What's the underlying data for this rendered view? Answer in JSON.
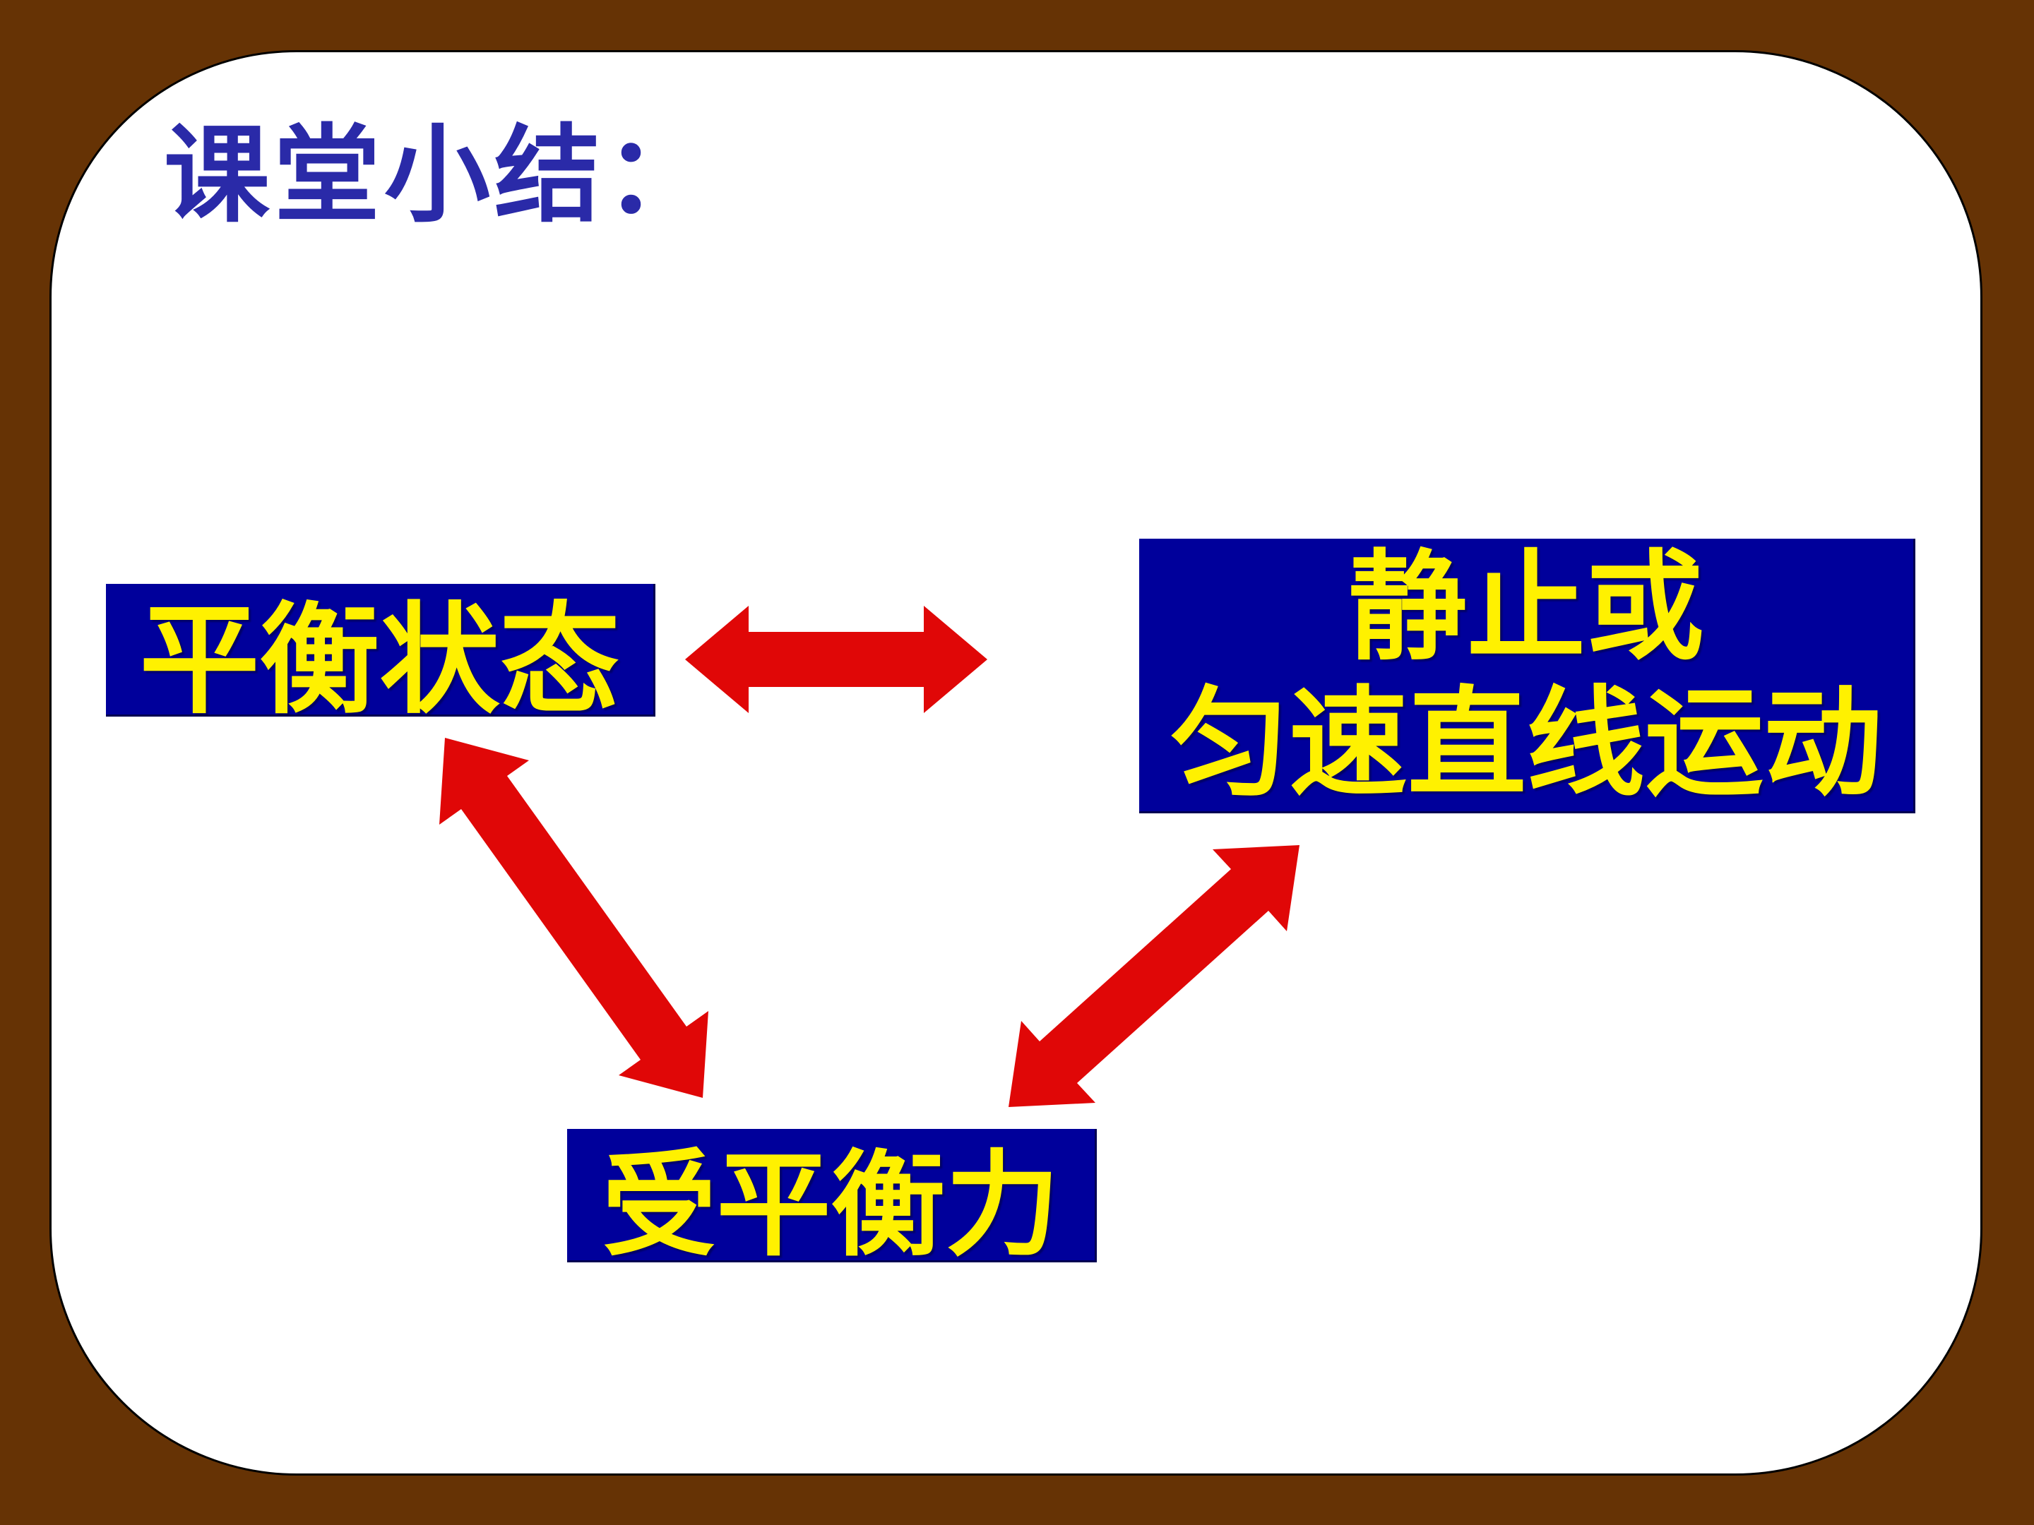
{
  "slide": {
    "title": "课堂小结：",
    "colors": {
      "background": "#663305",
      "panel": "#FFFFFF",
      "panel_border": "#000000",
      "title_text": "#2A2AA8",
      "node_background": "#00009B",
      "node_text": "#FFF100",
      "arrow": "#E00707"
    }
  },
  "diagram": {
    "nodes": [
      {
        "id": "equilibrium-state",
        "lines": [
          "平衡状态"
        ]
      },
      {
        "id": "rest-or-uniform-linear-motion",
        "lines": [
          "静止或",
          "匀速直线运动"
        ]
      },
      {
        "id": "under-balanced-forces",
        "lines": [
          "受平衡力"
        ]
      }
    ],
    "connectors": [
      {
        "type": "double-headed-arrow",
        "between": [
          "equilibrium-state",
          "rest-or-uniform-linear-motion"
        ]
      },
      {
        "type": "double-headed-arrow",
        "between": [
          "equilibrium-state",
          "under-balanced-forces"
        ]
      },
      {
        "type": "double-headed-arrow",
        "between": [
          "under-balanced-forces",
          "rest-or-uniform-linear-motion"
        ]
      }
    ]
  }
}
